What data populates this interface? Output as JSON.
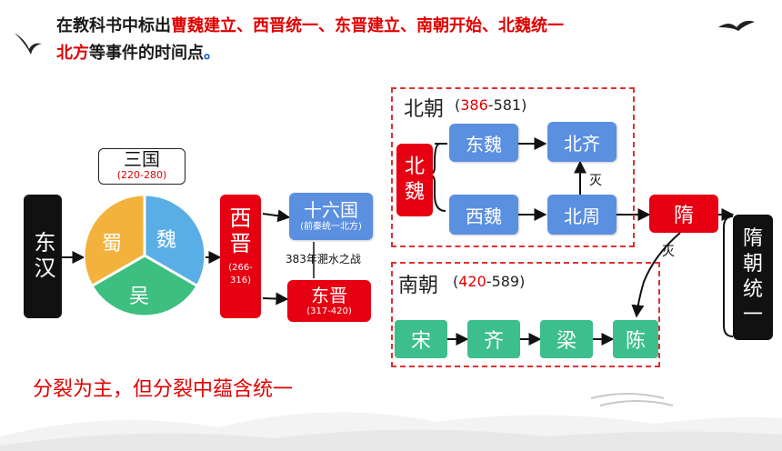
{
  "instruction": {
    "prefix": "在教科书中标出",
    "events": "曹魏建立、西晋统一、东晋建立、南朝开始、北魏统一",
    "events2": "北方",
    "suffix": "等事件的时间点",
    "end": "。"
  },
  "nodes": {
    "donghan": "东汉",
    "sanguo": "三国",
    "sanguo_range": "(220-280)",
    "wei": "魏",
    "shu": "蜀",
    "wu": "吴",
    "xijin": "西晋",
    "xijin_range": "(266-316)",
    "shiliuguo": "十六国",
    "shiliuguo_note": "(前秦统一北方)",
    "battle": "383年淝水之战",
    "dongjin": "东晋",
    "dongjin_range": "(317-420)",
    "beichao": "北朝",
    "beichao_range_red": "386",
    "beichao_range_rest": "-581",
    "beiwei": "北魏",
    "dongwei": "东魏",
    "xiwei": "西魏",
    "beiqi": "北齐",
    "beizhou": "北周",
    "mie1": "灭",
    "sui": "隋",
    "mie2": "灭",
    "nanchao": "南朝",
    "nanchao_range_red": "420",
    "nanchao_range_rest": "-589",
    "song": "宋",
    "qi": "齐",
    "liang": "梁",
    "chen": "陈",
    "suichao": "隋朝统一"
  },
  "conclusion": "分裂为主，但分裂中蕴含统一",
  "colors": {
    "red": "#e60012",
    "blue": "#5b8fe0",
    "green": "#3cbf8c",
    "black": "#111111"
  }
}
